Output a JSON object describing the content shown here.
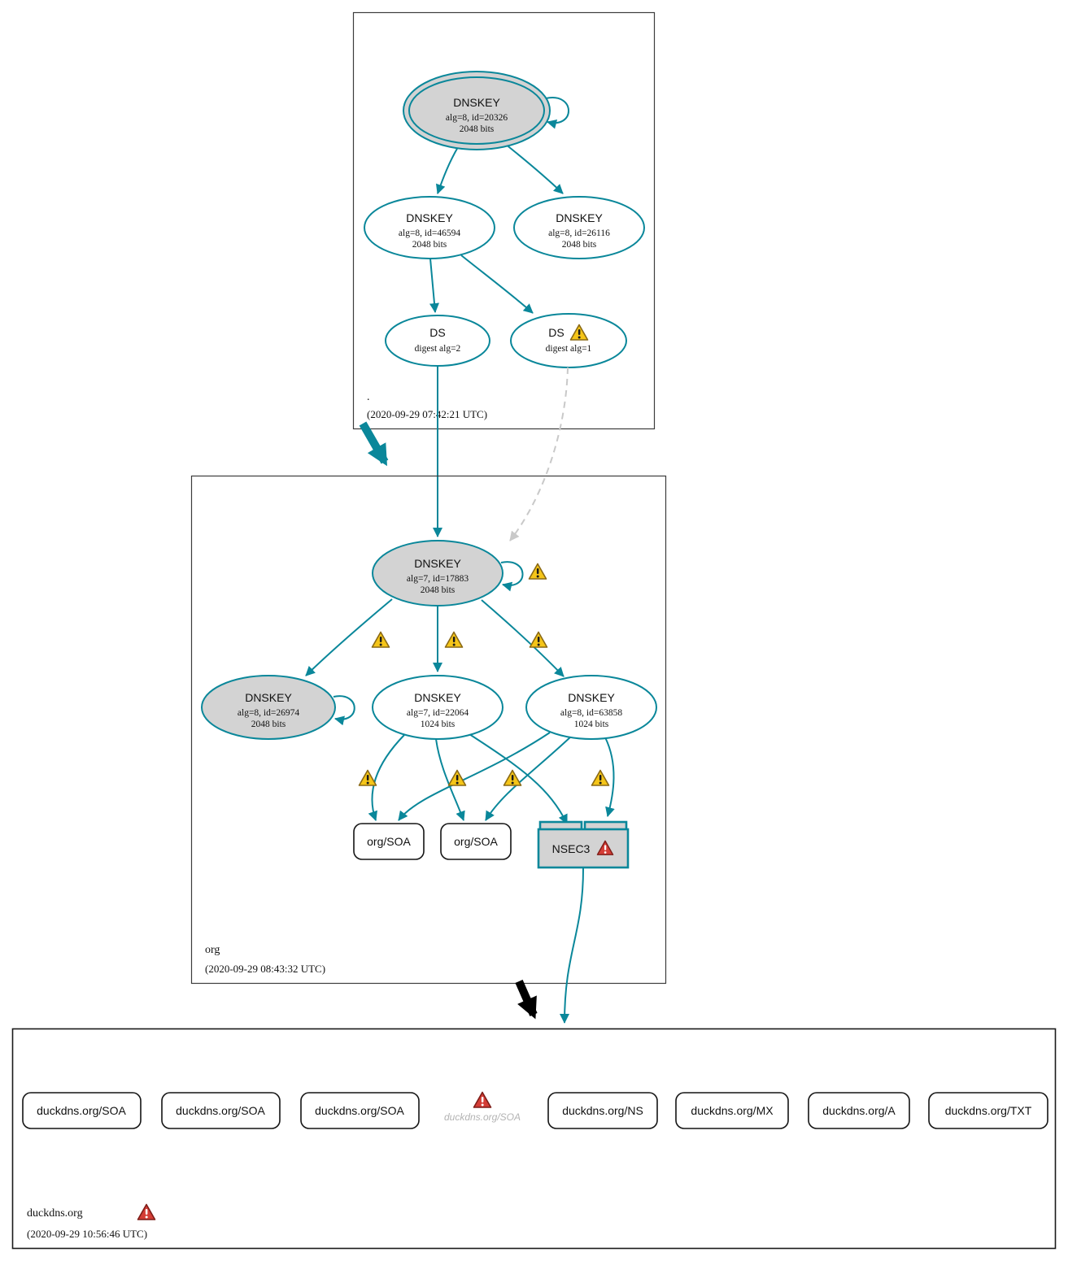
{
  "diagram": {
    "colors": {
      "secure_teal": "#0a879a",
      "warning_yellow": "#f5c518",
      "error_red": "#d43d36",
      "ksk_fill_gray": "#d3d3d3",
      "insecure_edge_gray": "#c9c9c9"
    },
    "zones": {
      "root": {
        "label": ".",
        "timestamp": "(2020-09-29 07:42:21 UTC)",
        "nodes": {
          "ksk": {
            "type": "DNSKEY",
            "detail": "alg=8, id=20326",
            "size": "2048 bits"
          },
          "zsk_left": {
            "type": "DNSKEY",
            "detail": "alg=8, id=46594",
            "size": "2048 bits"
          },
          "zsk_right": {
            "type": "DNSKEY",
            "detail": "alg=8, id=26116",
            "size": "2048 bits"
          },
          "ds_alg2": {
            "type": "DS",
            "detail": "digest alg=2"
          },
          "ds_alg1": {
            "type": "DS",
            "detail": "digest alg=1"
          }
        }
      },
      "org": {
        "label": "org",
        "timestamp": "(2020-09-29 08:43:32 UTC)",
        "nodes": {
          "ksk": {
            "type": "DNSKEY",
            "detail": "alg=7, id=17883",
            "size": "2048 bits"
          },
          "dnskey_standby": {
            "type": "DNSKEY",
            "detail": "alg=8, id=26974",
            "size": "2048 bits"
          },
          "zsk_left": {
            "type": "DNSKEY",
            "detail": "alg=7, id=22064",
            "size": "1024 bits"
          },
          "zsk_right": {
            "type": "DNSKEY",
            "detail": "alg=8, id=63858",
            "size": "1024 bits"
          },
          "soa_left": {
            "label": "org/SOA"
          },
          "soa_right": {
            "label": "org/SOA"
          },
          "nsec3": {
            "label": "NSEC3"
          }
        }
      },
      "duckdns": {
        "label": "duckdns.org",
        "timestamp": "(2020-09-29 10:56:46 UTC)",
        "rrsets": [
          {
            "label": "duckdns.org/SOA",
            "status": "ok"
          },
          {
            "label": "duckdns.org/SOA",
            "status": "ok"
          },
          {
            "label": "duckdns.org/SOA",
            "status": "ok"
          },
          {
            "label": "duckdns.org/SOA",
            "status": "error"
          },
          {
            "label": "duckdns.org/NS",
            "status": "ok"
          },
          {
            "label": "duckdns.org/MX",
            "status": "ok"
          },
          {
            "label": "duckdns.org/A",
            "status": "ok"
          },
          {
            "label": "duckdns.org/TXT",
            "status": "ok"
          }
        ]
      }
    }
  }
}
